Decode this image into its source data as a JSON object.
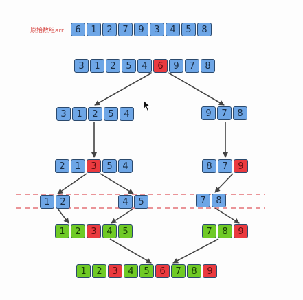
{
  "title": "原始数组arr",
  "rows": [
    {
      "id": "row-original",
      "values": [
        6,
        1,
        2,
        7,
        9,
        3,
        4,
        5,
        8
      ],
      "colors": [
        "b",
        "b",
        "b",
        "b",
        "b",
        "b",
        "b",
        "b",
        "b"
      ]
    },
    {
      "id": "row-pivot-6",
      "values": [
        3,
        1,
        2,
        5,
        4,
        6,
        9,
        7,
        8
      ],
      "colors": [
        "b",
        "b",
        "b",
        "b",
        "b",
        "r",
        "b",
        "b",
        "b"
      ]
    },
    {
      "id": "row-left-part",
      "values": [
        3,
        1,
        2,
        5,
        4
      ],
      "colors": [
        "b",
        "b",
        "b",
        "b",
        "b"
      ]
    },
    {
      "id": "row-right-part",
      "values": [
        9,
        7,
        8
      ],
      "colors": [
        "b",
        "b",
        "b"
      ]
    },
    {
      "id": "row-left-pivot-3",
      "values": [
        2,
        1,
        3,
        5,
        4
      ],
      "colors": [
        "b",
        "b",
        "r",
        "b",
        "b"
      ]
    },
    {
      "id": "row-right-pivot-9",
      "values": [
        8,
        7,
        9
      ],
      "colors": [
        "b",
        "b",
        "r"
      ]
    },
    {
      "id": "row-sub-1-2",
      "values": [
        1,
        2
      ],
      "colors": [
        "b",
        "b"
      ]
    },
    {
      "id": "row-sub-4-5",
      "values": [
        4,
        5
      ],
      "colors": [
        "b",
        "b"
      ]
    },
    {
      "id": "row-sub-7-8",
      "values": [
        7,
        8
      ],
      "colors": [
        "b",
        "b"
      ]
    },
    {
      "id": "row-left-sorted",
      "values": [
        1,
        2,
        3,
        4,
        5
      ],
      "colors": [
        "g",
        "g",
        "r",
        "g",
        "g"
      ]
    },
    {
      "id": "row-right-sorted",
      "values": [
        7,
        8,
        9
      ],
      "colors": [
        "g",
        "g",
        "r"
      ]
    },
    {
      "id": "row-final",
      "values": [
        1,
        2,
        3,
        4,
        5,
        6,
        7,
        8,
        9
      ],
      "colors": [
        "g",
        "g",
        "r",
        "g",
        "g",
        "r",
        "g",
        "g",
        "r"
      ]
    }
  ],
  "colors": {
    "b": "#6ea6e6",
    "r": "#ea3a3f",
    "g": "#6fca26",
    "arrow": "#444444",
    "dashed": "#e0565c"
  }
}
